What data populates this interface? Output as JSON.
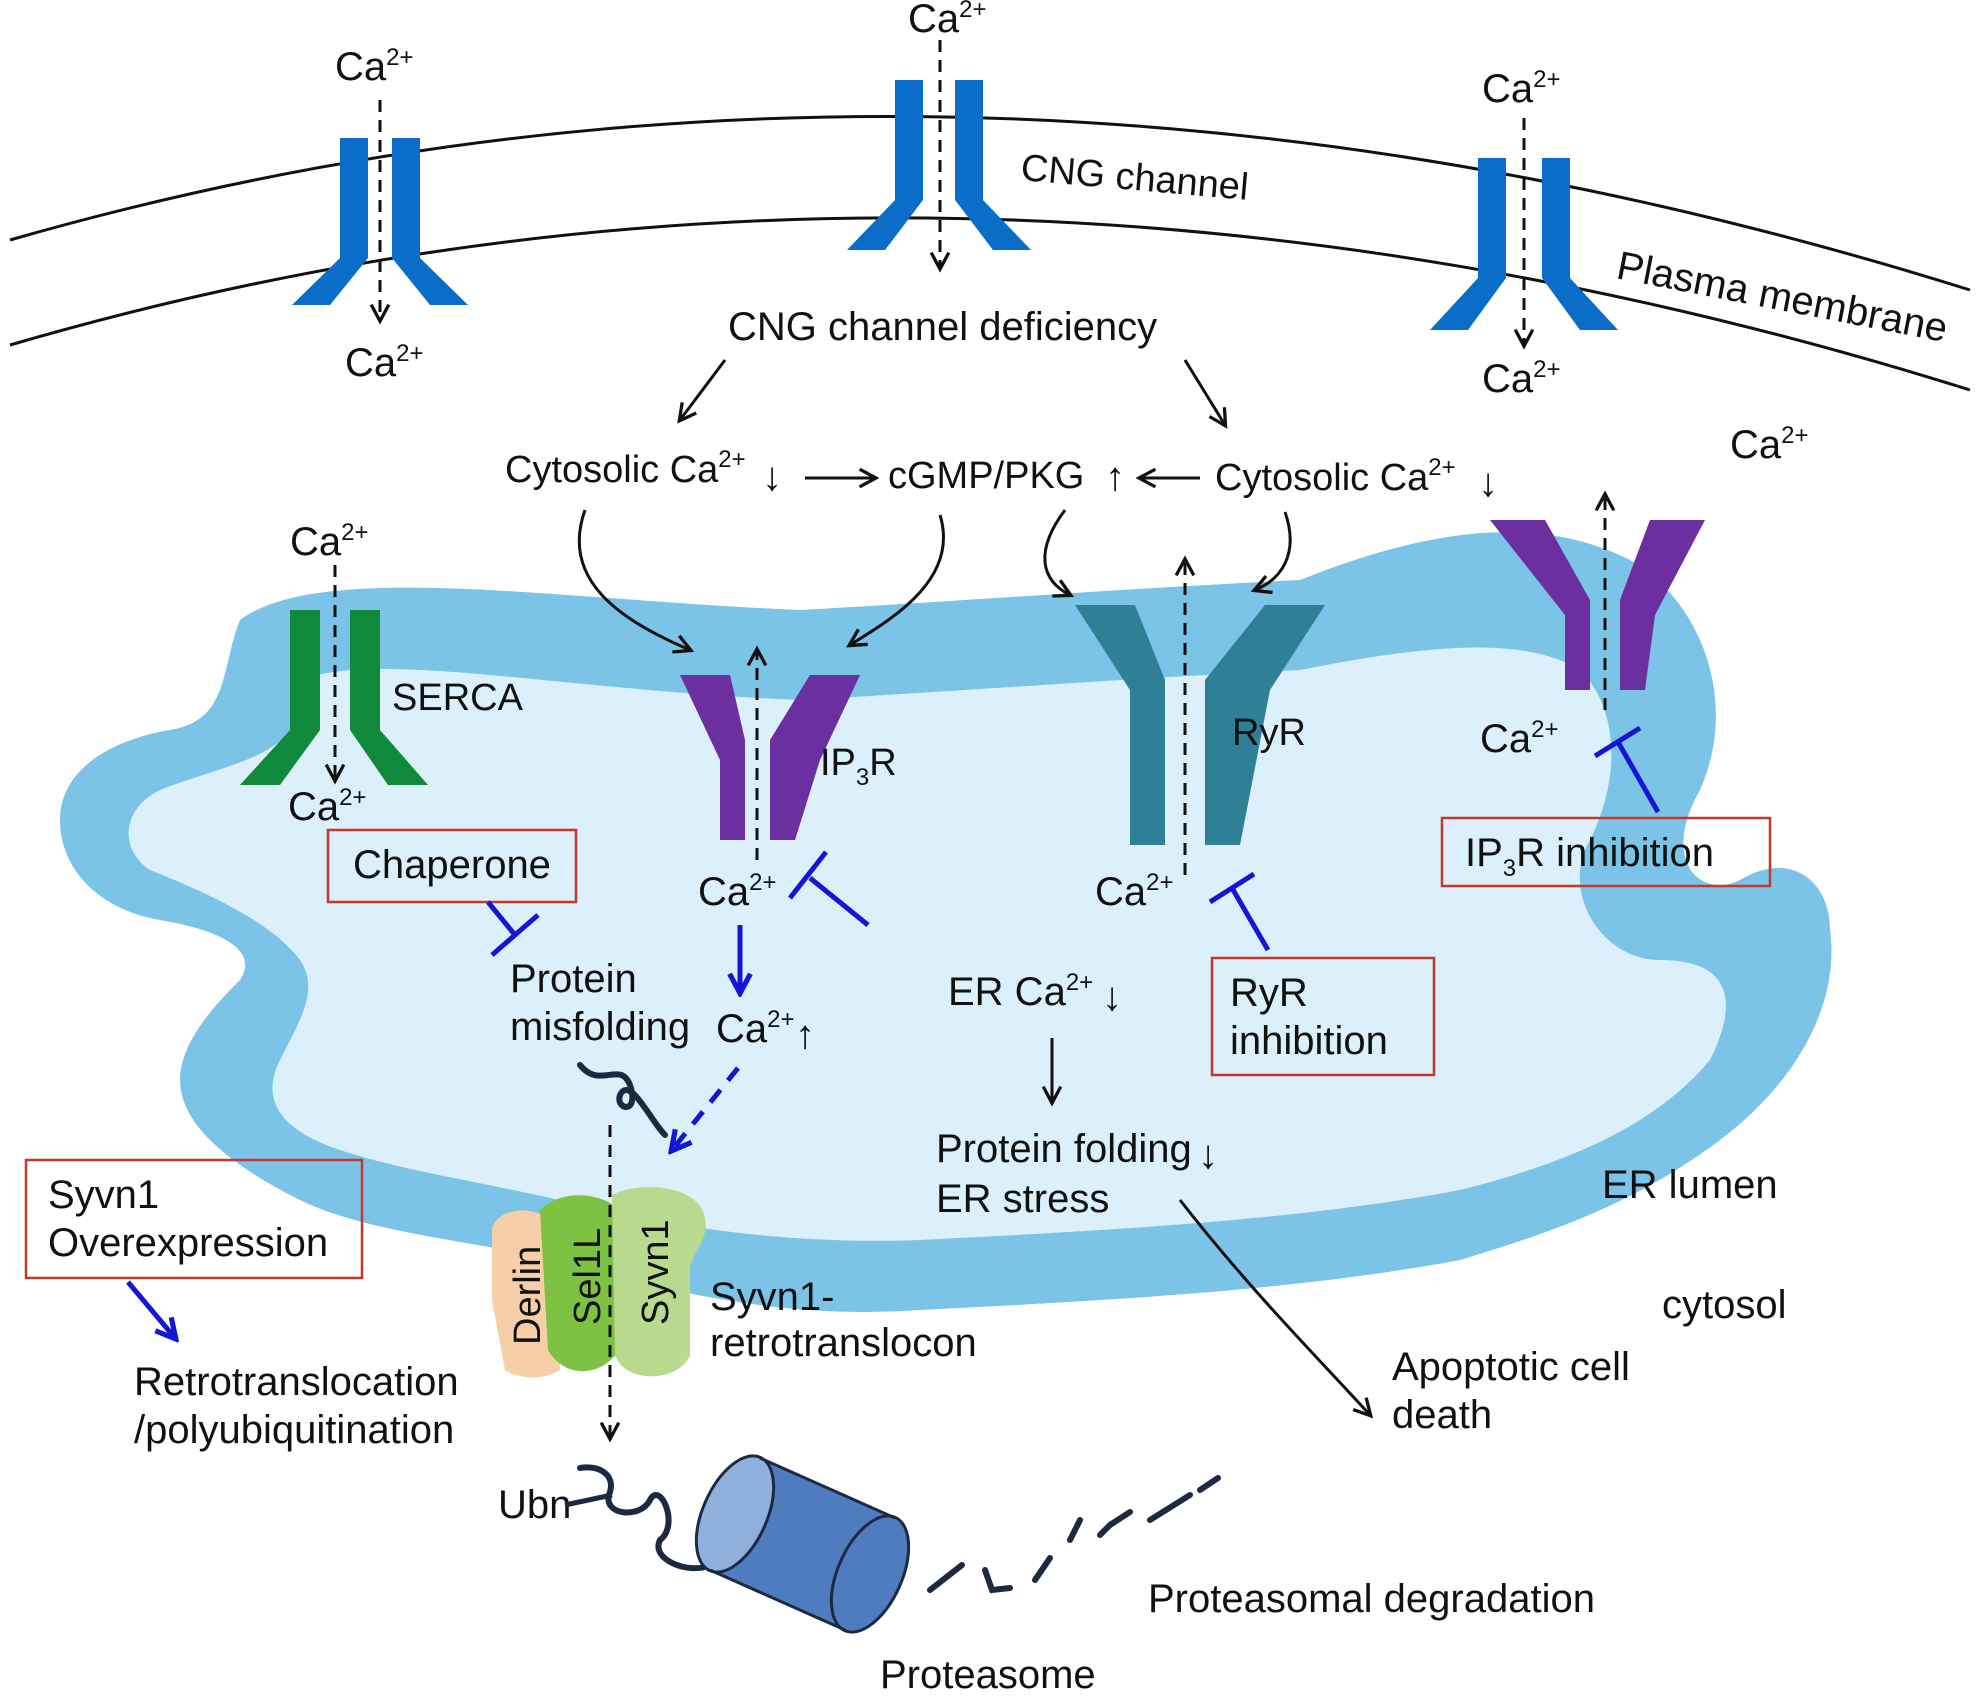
{
  "colors": {
    "er_membrane": "#7cc3e8",
    "er_lumen": "#dbf0fb",
    "cng_channel": "#0a6ec8",
    "ip3r": "#6b2fa0",
    "ryr": "#2f8096",
    "serca": "#108a3a",
    "inhibitor_arrow": "#1515d6",
    "box_border": "#c0392b",
    "derlin": "#f6cfa8",
    "sel1l": "#7dc242",
    "syvn1": "#b8d98e",
    "proteasome": "#4f7bbf"
  },
  "labels": {
    "ca": "Ca",
    "charge": "2+",
    "cng_channel": "CNG channel",
    "plasma_membrane": "Plasma membrane",
    "cng_deficiency": "CNG channel deficiency",
    "cytosolic_ca": "Cytosolic Ca",
    "cgmp_pkg": "cGMP/PKG",
    "arrow_up": "↑",
    "arrow_down": "↓",
    "serca": "SERCA",
    "ip3r_main": "IP",
    "ip3r_sub": "3",
    "ip3r_tail": "R",
    "ryr": "RyR",
    "er_ca": "ER Ca",
    "protein_misfolding_1": "Protein",
    "protein_misfolding_2": "misfolding",
    "protein_folding": "Protein  folding",
    "er_stress": "ER stress",
    "er_lumen": "ER lumen",
    "cytosol": "cytosol",
    "apoptotic_1": "Apoptotic cell",
    "apoptotic_2": "death",
    "derlin": "Derlin",
    "sel1l": "Sel1L",
    "syvn1": "Syvn1",
    "retrotranslocon_1": "Syvn1-",
    "retrotranslocon_2": "retrotranslocon",
    "retrotranslocation_1": "Retrotranslocation",
    "retrotranslocation_2": "/polyubiquitination",
    "ubn": "Ubn",
    "proteasome": "Proteasome",
    "proteasomal_degradation": "Proteasomal degradation"
  },
  "boxes": {
    "chaperone": "Chaperone",
    "ip3r_inhibition_main": "IP",
    "ip3r_inhibition_sub": "3",
    "ip3r_inhibition_tail": "R inhibition",
    "ryr_inhibition_1": "RyR",
    "ryr_inhibition_2": "inhibition",
    "syvn1_overexpression_1": "Syvn1",
    "syvn1_overexpression_2": "Overexpression"
  }
}
